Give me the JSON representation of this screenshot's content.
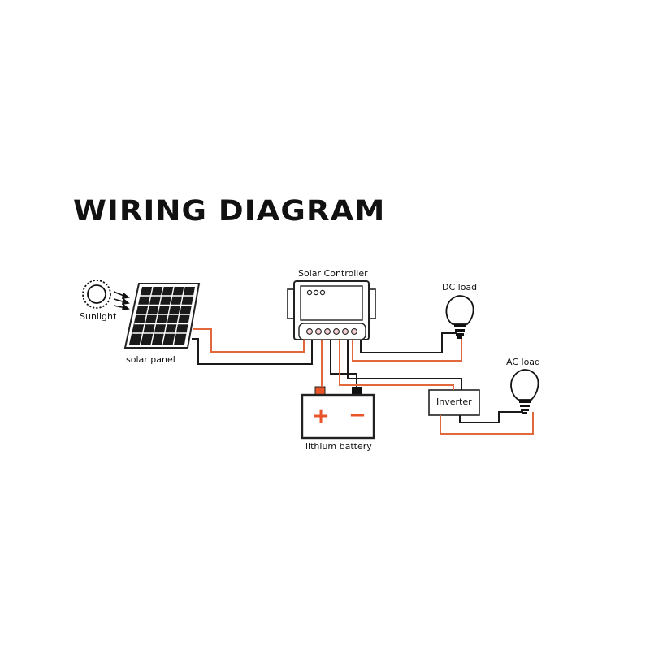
{
  "title": "WIRING DIAGRAM",
  "labels": {
    "sunlight": "Sunlight",
    "solar_panel": "solar panel",
    "solar_controller": "Solar Controller",
    "dc_load": "DC load",
    "ac_load": "AC load",
    "inverter": "Inverter",
    "battery": "lithium battery",
    "battery_plus": "+",
    "battery_minus": "−"
  },
  "colors": {
    "positive_wire": "#e0683a",
    "negative_wire": "#1a1a1a",
    "terminal_positive": "#e8552a"
  }
}
